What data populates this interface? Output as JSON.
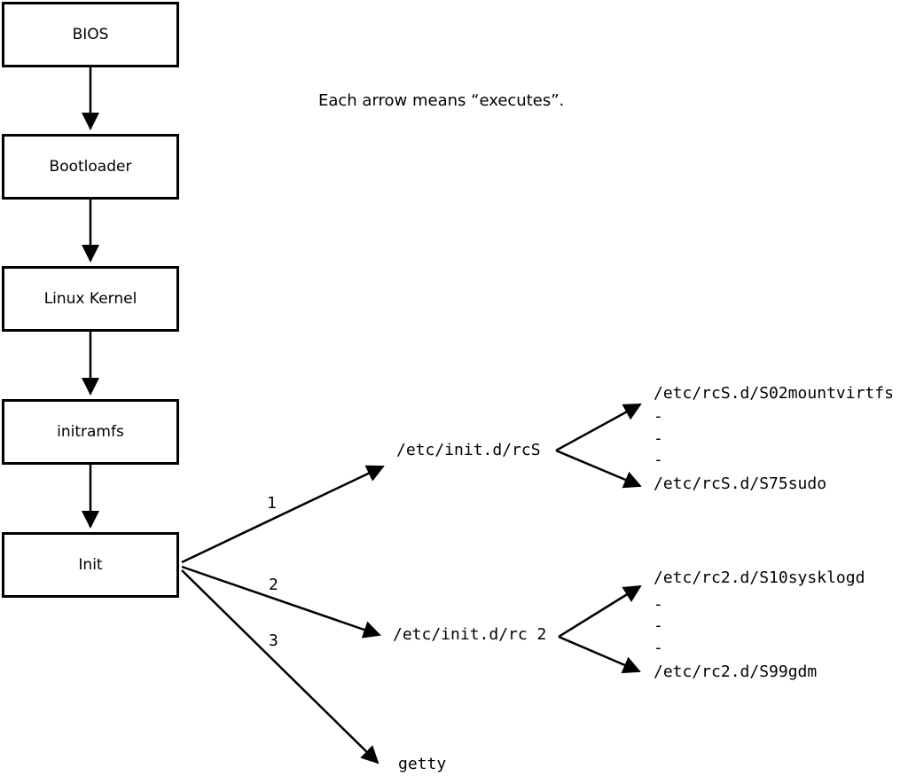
{
  "diagram": {
    "note": "Each arrow means “executes”.",
    "chain": [
      {
        "label": "BIOS"
      },
      {
        "label": "Bootloader"
      },
      {
        "label": "Linux Kernel"
      },
      {
        "label": "initramfs"
      },
      {
        "label": "Init"
      }
    ],
    "init_children": [
      {
        "order": "1",
        "label": "/etc/init.d/rcS"
      },
      {
        "order": "2",
        "label": "/etc/init.d/rc 2"
      },
      {
        "order": "3",
        "label": "getty"
      }
    ],
    "rcS_children": {
      "first": "/etc/rcS.d/S02mountvirtfs",
      "dash1": "-",
      "dash2": "-",
      "dash3": "-",
      "last": "/etc/rcS.d/S75sudo"
    },
    "rc2_children": {
      "first": "/etc/rc2.d/S10sysklogd",
      "dash1": "-",
      "dash2": "-",
      "dash3": "-",
      "last": "/etc/rc2.d/S99gdm"
    },
    "colors": {
      "line": "#000000",
      "box_fill": "#ffffff",
      "background": "#ffffff"
    }
  }
}
